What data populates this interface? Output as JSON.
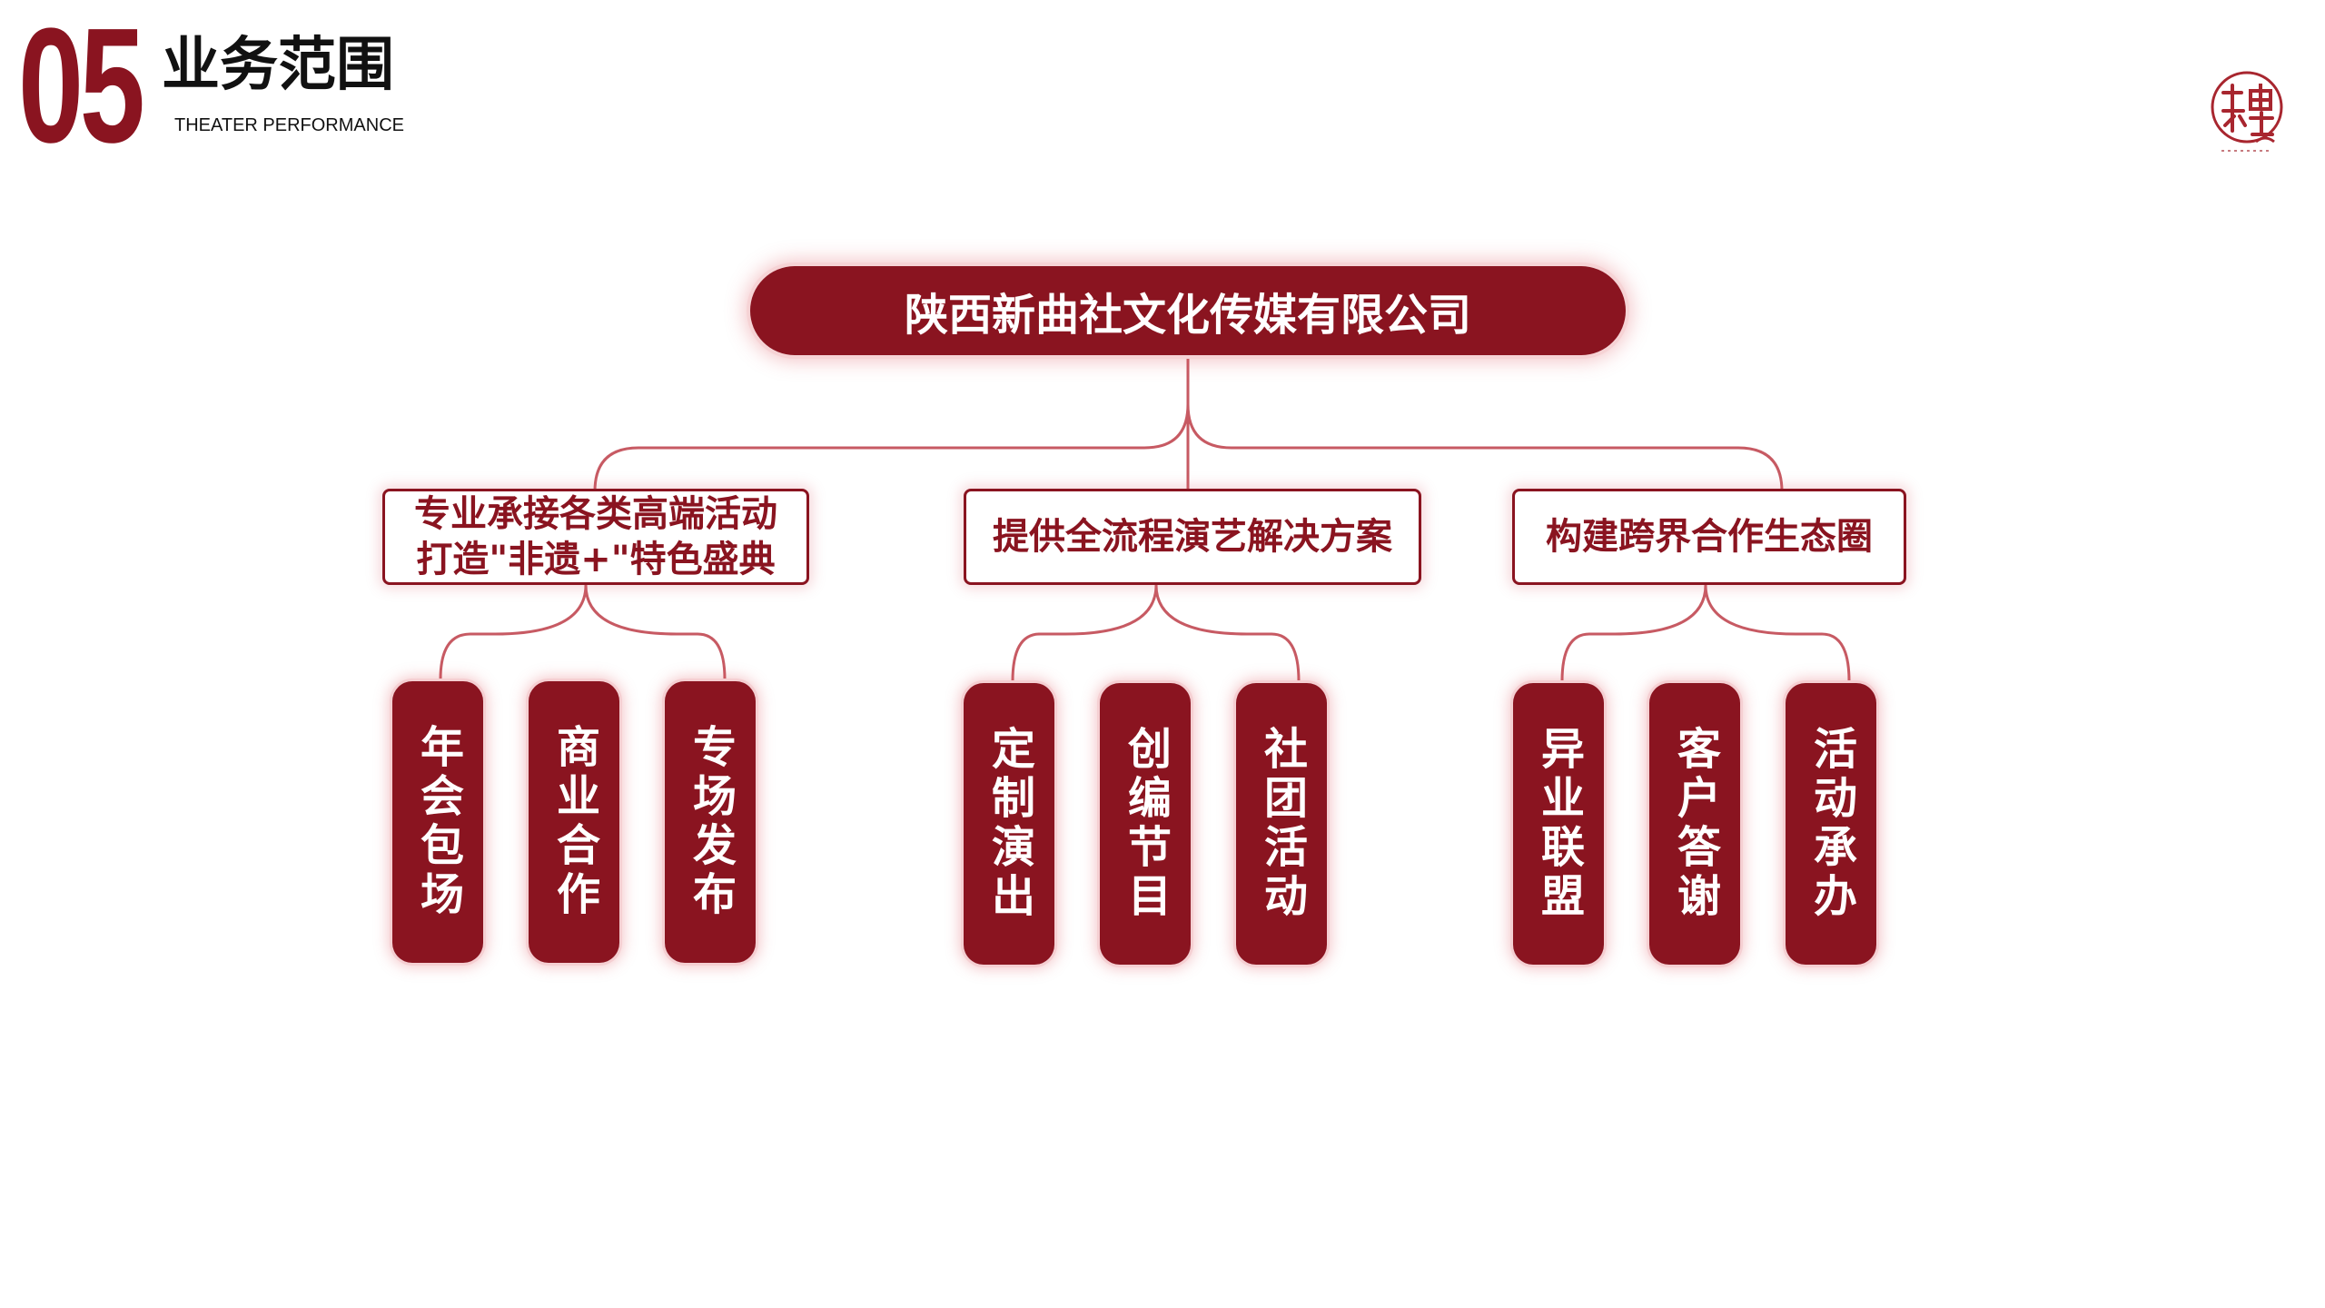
{
  "header": {
    "section_number": "05",
    "title": "业务范围",
    "subtitle": "THEATER PERFORMANCE"
  },
  "colors": {
    "primary": "#8a1420",
    "line": "#c75a63"
  },
  "logo": {
    "icon": "xinqushe-seal-logo"
  },
  "root": {
    "label": "陕西新曲社文化传媒有限公司"
  },
  "categories": [
    {
      "lines": [
        "专业承接各类高端活动",
        "打造\"非遗+\"特色盛典"
      ],
      "items": [
        "年会包场",
        "商业合作",
        "专场发布"
      ]
    },
    {
      "lines": [
        "提供全流程演艺解决方案"
      ],
      "items": [
        "定制演出",
        "创编节目",
        "社团活动"
      ]
    },
    {
      "lines": [
        "构建跨界合作生态圈"
      ],
      "items": [
        "异业联盟",
        "客户答谢",
        "活动承办"
      ]
    }
  ]
}
